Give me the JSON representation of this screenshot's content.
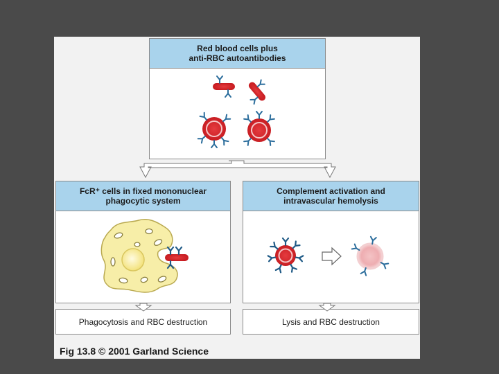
{
  "top_panel": {
    "title": "Red blood cells plus\nanti-RBC autoantibodies"
  },
  "left_panel": {
    "title": "FcR⁺ cells in fixed mononuclear\nphagocytic system",
    "result": "Phagocytosis and RBC destruction"
  },
  "right_panel": {
    "title": "Complement activation and\nintravascular hemolysis",
    "result": "Lysis and RBC destruction"
  },
  "caption": "Fig 13.8  © 2001 Garland Science",
  "colors": {
    "background": "#4a4a4a",
    "header": "#a9d3ec",
    "rbc": "#d7262b",
    "antibody": "#2b6d9c",
    "macrophage": "#f7eea8",
    "lysed_cell": "#f0b9bc"
  }
}
